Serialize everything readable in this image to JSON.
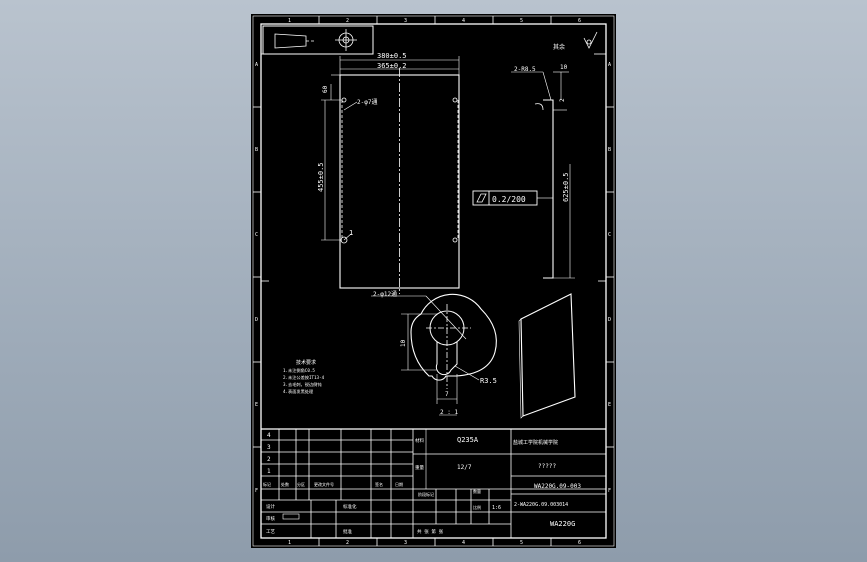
{
  "zone_columns": [
    "1",
    "2",
    "3",
    "4",
    "5",
    "6"
  ],
  "zone_rows": [
    "A",
    "B",
    "C",
    "D",
    "E",
    "F"
  ],
  "roughness_note": "其余",
  "top_view": {
    "dim_width_outer": "380±0.5",
    "dim_width_inner": "365±0.2",
    "dim_edge": "60",
    "dim_height": "455±0.5",
    "hole_note": "2-φ7通",
    "callout": "1"
  },
  "side_view": {
    "radius_note": "2-R8.5",
    "dim_thickness": "10",
    "dim_offset": "2",
    "dim_length": "625±0.5",
    "flatness_tolerance": "0.2/200"
  },
  "detail_view": {
    "hole_note": "2-φ12通",
    "dim_height": "10",
    "dim_width": "7",
    "radius_note": "R3.5",
    "scale_label": "2 : 1"
  },
  "tech_requirements": {
    "title": "技术要求",
    "lines": [
      "1.未注倒角C0.5",
      "2.未注公差按IT13-4",
      "3.去毛刺，锐边倒钝",
      "4.表面发黑处理"
    ]
  },
  "title_block": {
    "revision_numbers": [
      "4",
      "3",
      "2",
      "1"
    ],
    "revision_headers": [
      "标记",
      "处数",
      "分区",
      "更改文件号",
      "签名",
      "日期"
    ],
    "material_label": "材料",
    "material": "Q235A",
    "company": "盐城工学院机械学院",
    "weight_label": "重量",
    "weight": "12/7",
    "drawing_title": "?????",
    "drawing_number": "WA220G.09-003",
    "assembly_number": "2-WA220G.09.003014",
    "product": "WA220G",
    "stage_label": "阶段标记",
    "scale_label": "比例",
    "scale": "1:6",
    "sheet_label": "共 张 第 张",
    "role_labels": [
      "设计",
      "审核",
      "工艺"
    ],
    "right_role_labels": [
      "标准化",
      "批准"
    ],
    "quantity_label": "数量"
  }
}
